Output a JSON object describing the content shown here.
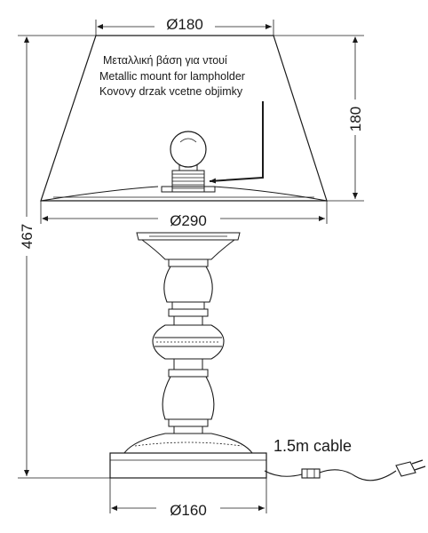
{
  "dimensions": {
    "shade_top_diameter": "Ø180",
    "shade_bottom_diameter": "Ø290",
    "base_diameter": "Ø160",
    "shade_height": "180",
    "total_height": "467"
  },
  "annotation": {
    "line_greek": "Μεταλλική βάση για ντουί",
    "line_english": "Metallic mount for lampholder",
    "line_czech": "Kovovy drzak vcetne objimky"
  },
  "cable_label": "1.5m cable"
}
